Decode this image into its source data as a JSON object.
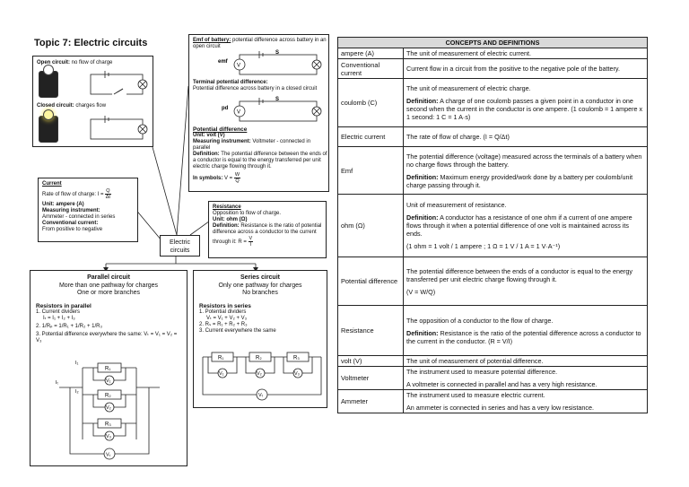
{
  "title": "Topic 7: Electric circuits",
  "open_circuit": {
    "label": "Open circuit:",
    "text": " no flow of charge"
  },
  "closed_circuit": {
    "label": "Closed circuit:",
    "text": " charges flow"
  },
  "emf_box": {
    "heading": "Emf of battery:",
    "text": " potential difference across battery in an open circuit",
    "emf_label": "emf",
    "terminal_heading": "Terminal potential difference:",
    "terminal_text": "Potential difference across battery in a closed circuit",
    "pd_label": "pd",
    "switch": "S"
  },
  "potential_difference_box": {
    "heading": "Potential difference",
    "unit": "Unit: volt (V)",
    "instrument_label": "Measuring instrument:",
    "instrument_text": " Voltmeter - connected in parallel",
    "definition_label": "Definition:",
    "definition_text": " The potential difference between the ends of a conductor is equal to the energy transferred per unit electric charge flowing through it.",
    "symbols_label": "In symbols:",
    "symbols_lhs": "V =",
    "symbols_num": "W",
    "symbols_den": "Q"
  },
  "current_box": {
    "heading": "Current",
    "rate_text": "Rate of flow of charge:  I =",
    "rate_num": "Q",
    "rate_den": "Δt",
    "unit": "Unit: ampere (A)",
    "instrument_label": "Measuring instrument:",
    "instrument_text": "Ammeter - connected in series",
    "conventional_label": "Conventional current:",
    "conventional_text": "From positive to negative"
  },
  "resistance_box": {
    "heading": "Resistance",
    "line1": "Opposition to flow of charge.",
    "unit": "Unit: ohm (Ω)",
    "definition_label": "Definition:",
    "definition_text": " Resistance is the ratio of potential difference across a conductor to the current through it:  R =",
    "frac_num": "V",
    "frac_den": "I"
  },
  "center_node": {
    "line1": "Electric",
    "line2": "circuits"
  },
  "parallel": {
    "heading": "Parallel circuit",
    "sub1": "More than one pathway for charges",
    "sub2": "One or more branches",
    "resistors_heading": "Resistors in parallel",
    "item1": "1.  Current dividers",
    "item1_eq": "Iₜ = I₁ + I₂ + I₃",
    "item2_prefix": "2.",
    "item2_eq": "1/Rₚ = 1/R₁ + 1/R₂ + 1/R₃",
    "item3": "3.  Potential difference everywhere the same:  Vₜ = V₁ = V₂ = V₃",
    "r1": "R₁",
    "r2": "R₂",
    "r3": "R₃",
    "v1": "V₁",
    "v2": "V₂",
    "v3": "V₃",
    "vt": "Vₜ",
    "it": "Iₜ",
    "i1": "I₁",
    "i2": "I₂"
  },
  "series": {
    "heading": "Series circuit",
    "sub1": "Only one pathway for charges",
    "sub2": "No branches",
    "resistors_heading": "Resistors in series",
    "item1": "1.  Potential dividers",
    "item1_eq": "Vₜ = V₁ + V₂ + V₃",
    "item2": "2.  Rₛ = R₁ + R₂ + R₃",
    "item3": "3.  Current everywhere the same",
    "r1": "R₁",
    "r2": "R₂",
    "r3": "R₃",
    "v1": "V₁",
    "v2": "V₂",
    "v3": "V₃",
    "vt": "Vₜ"
  },
  "table": {
    "header": "CONCEPTS AND DEFINITIONS",
    "rows": [
      {
        "term": "ampere (A)",
        "def": [
          "The unit of measurement of electric current."
        ]
      },
      {
        "term": "Conventional current",
        "def": [
          "Current flow in a circuit from the positive to the negative pole of the battery."
        ]
      },
      {
        "term": "coulomb (C)",
        "def": [
          "The unit of measurement of electric charge.",
          "Definition: A charge of one coulomb passes a given point in a conductor in one second when the current in the conductor is one ampere. (1 coulomb = 1 ampere x 1 second: 1 C = 1 A·s)"
        ]
      },
      {
        "term": "Electric current",
        "def": [
          "The rate of flow of charge. (I = Q/Δt)"
        ]
      },
      {
        "term": "Emf",
        "def": [
          "The potential difference (voltage) measured across the terminals of a battery when no charge flows through the battery.",
          "Definition: Maximum energy provided/work done by a battery per coulomb/unit charge passing through it."
        ]
      },
      {
        "term": "ohm (Ω)",
        "def": [
          "Unit of measurement of resistance.",
          "Definition: A conductor has a resistance of one ohm if a current of one ampere flows through it when a potential difference of one volt is maintained across its ends.",
          "(1 ohm = 1 volt / 1 ampere ;  1 Ω = 1 V / 1 A = 1 V·A⁻¹)"
        ]
      },
      {
        "term": "Potential difference",
        "def": [
          "The potential difference between the ends of a conductor is equal to the energy transferred per unit electric charge flowing through it.",
          "(V = W/Q)"
        ]
      },
      {
        "term": "Resistance",
        "def": [
          "The opposition of a conductor to the flow of charge.",
          "Definition: Resistance is the ratio of the potential difference across a conductor to the current in the conductor. (R = V/I)"
        ]
      },
      {
        "term": "volt (V)",
        "def": [
          "The unit of measurement of potential difference."
        ]
      },
      {
        "term": "Voltmeter",
        "def": [
          "The instrument used to measure potential difference.",
          "A voltmeter is connected in parallel and has a very high resistance."
        ]
      },
      {
        "term": "Ammeter",
        "def": [
          "The instrument used to measure electric current.",
          "An ammeter is connected in series and has a very low resistance."
        ]
      }
    ]
  }
}
